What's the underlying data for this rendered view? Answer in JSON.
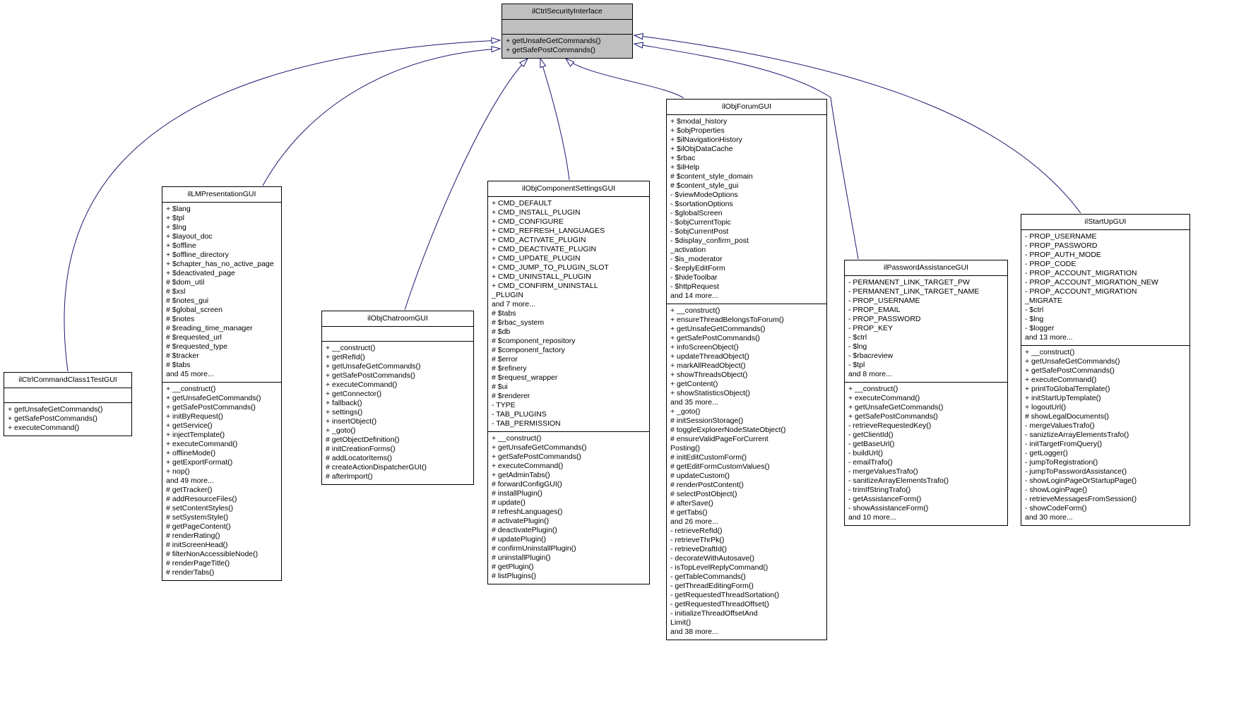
{
  "diagram": {
    "kind": "uml-inheritance-diagram",
    "edge_color": "#191970",
    "highlight_fill": "#bfbfbf",
    "classes": {
      "interface": {
        "name": "ilCtrlSecurityInterface",
        "attributes": [],
        "methods": [
          "+ getUnsafeGetCommands()",
          "+ getSafePostCommands()"
        ]
      },
      "testgui": {
        "name": "ilCtrlCommandClass1TestGUI",
        "attributes": [],
        "methods": [
          "+ getUnsafeGetCommands()",
          "+ getSafePostCommands()",
          "+ executeCommand()"
        ]
      },
      "lm": {
        "name": "ilLMPresentationGUI",
        "attributes": [
          "+ $lang",
          "+ $tpl",
          "+ $lng",
          "+ $layout_doc",
          "+ $offline",
          "+ $offline_directory",
          "+ $chapter_has_no_active_page",
          "+ $deactivated_page",
          "# $dom_util",
          "# $xsl",
          "# $notes_gui",
          "# $global_screen",
          "# $notes",
          "# $reading_time_manager",
          "# $requested_url",
          "# $requested_type",
          "# $tracker",
          "# $tabs",
          "and 45 more..."
        ],
        "methods": [
          "+ __construct()",
          "+ getUnsafeGetCommands()",
          "+ getSafePostCommands()",
          "+ initByRequest()",
          "+ getService()",
          "+ injectTemplate()",
          "+ executeCommand()",
          "+ offlineMode()",
          "+ getExportFormat()",
          "+ nop()",
          "and 49 more...",
          "# getTracker()",
          "# addResourceFiles()",
          "# setContentStyles()",
          "# setSystemStyle()",
          "# getPageContent()",
          "# renderRating()",
          "# initScreenHead()",
          "# filterNonAccessibleNode()",
          "# renderPageTitle()",
          "# renderTabs()"
        ]
      },
      "chatroom": {
        "name": "ilObjChatroomGUI",
        "attributes": [],
        "methods": [
          "+ __construct()",
          "+ getRefId()",
          "+ getUnsafeGetCommands()",
          "+ getSafePostCommands()",
          "+ executeCommand()",
          "+ getConnector()",
          "+ fallback()",
          "+ settings()",
          "+ insertObject()",
          "+ _goto()",
          "# getObjectDefinition()",
          "# initCreationForms()",
          "# addLocatorItems()",
          "# createActionDispatcherGUI()",
          "# afterImport()"
        ]
      },
      "component": {
        "name": "ilObjComponentSettingsGUI",
        "attributes": [
          "+ CMD_DEFAULT",
          "+ CMD_INSTALL_PLUGIN",
          "+ CMD_CONFIGURE",
          "+ CMD_REFRESH_LANGUAGES",
          "+ CMD_ACTIVATE_PLUGIN",
          "+ CMD_DEACTIVATE_PLUGIN",
          "+ CMD_UPDATE_PLUGIN",
          "+ CMD_JUMP_TO_PLUGIN_SLOT",
          "+ CMD_UNINSTALL_PLUGIN",
          "+ CMD_CONFIRM_UNINSTALL",
          "_PLUGIN",
          "and 7 more...",
          "# $tabs",
          "# $rbac_system",
          "# $db",
          "# $component_repository",
          "# $component_factory",
          "# $error",
          "# $refinery",
          "# $request_wrapper",
          "# $ui",
          "# $renderer",
          "- TYPE",
          "- TAB_PLUGINS",
          "- TAB_PERMISSION"
        ],
        "methods": [
          "+ __construct()",
          "+ getUnsafeGetCommands()",
          "+ getSafePostCommands()",
          "+ executeCommand()",
          "+ getAdminTabs()",
          "# forwardConfigGUI()",
          "# installPlugin()",
          "# update()",
          "# refreshLanguages()",
          "# activatePlugin()",
          "# deactivatePlugin()",
          "# updatePlugin()",
          "# confirmUninstallPlugin()",
          "# uninstallPlugin()",
          "# getPlugin()",
          "# listPlugins()"
        ]
      },
      "forum": {
        "name": "ilObjForumGUI",
        "attributes": [
          "+ $modal_history",
          "+ $objProperties",
          "+ $ilNavigationHistory",
          "+ $ilObjDataCache",
          "+ $rbac",
          "+ $ilHelp",
          "# $content_style_domain",
          "# $content_style_gui",
          "- $viewModeOptions",
          "- $sortationOptions",
          "- $globalScreen",
          "- $objCurrentTopic",
          "- $objCurrentPost",
          "- $display_confirm_post",
          "_activation",
          "- $is_moderator",
          "- $replyEditForm",
          "- $hideToolbar",
          "- $httpRequest",
          "and 14 more..."
        ],
        "methods": [
          "+ __construct()",
          "+ ensureThreadBelongsToForum()",
          "+ getUnsafeGetCommands()",
          "+ getSafePostCommands()",
          "+ infoScreenObject()",
          "+ updateThreadObject()",
          "+ markAllReadObject()",
          "+ showThreadsObject()",
          "+ getContent()",
          "+ showStatisticsObject()",
          "and 35 more...",
          "+ _goto()",
          "# initSessionStorage()",
          "# toggleExplorerNodeStateObject()",
          "# ensureValidPageForCurrent",
          "Posting()",
          "# initEditCustomForm()",
          "# getEditFormCustomValues()",
          "# updateCustom()",
          "# renderPostContent()",
          "# selectPostObject()",
          "# afterSave()",
          "# getTabs()",
          "and 26 more...",
          "- retrieveRefId()",
          "- retrieveThrPk()",
          "- retrieveDraftId()",
          "- decorateWithAutosave()",
          "- isTopLevelReplyCommand()",
          "- getTableCommands()",
          "- getThreadEditingForm()",
          "- getRequestedThreadSortation()",
          "- getRequestedThreadOffset()",
          "- initializeThreadOffsetAnd",
          "Limit()",
          "and 38 more..."
        ]
      },
      "password": {
        "name": "ilPasswordAssistanceGUI",
        "attributes": [
          "- PERMANENT_LINK_TARGET_PW",
          "- PERMANENT_LINK_TARGET_NAME",
          "- PROP_USERNAME",
          "- PROP_EMAIL",
          "- PROP_PASSWORD",
          "- PROP_KEY",
          "- $ctrl",
          "- $lng",
          "- $rbacreview",
          "- $tpl",
          "and 8 more..."
        ],
        "methods": [
          "+ __construct()",
          "+ executeCommand()",
          "+ getUnsafeGetCommands()",
          "+ getSafePostCommands()",
          "- retrieveRequestedKey()",
          "- getClientId()",
          "- getBaseUrl()",
          "- buildUrl()",
          "- emailTrafo()",
          "- mergeValuesTrafo()",
          "- sanitizeArrayElementsTrafo()",
          "- trimIfStringTrafo()",
          "- getAssistanceForm()",
          "- showAssistanceForm()",
          "and 10 more..."
        ]
      },
      "startup": {
        "name": "ilStartUpGUI",
        "attributes": [
          "- PROP_USERNAME",
          "- PROP_PASSWORD",
          "- PROP_AUTH_MODE",
          "- PROP_CODE",
          "- PROP_ACCOUNT_MIGRATION",
          "- PROP_ACCOUNT_MIGRATION_NEW",
          "- PROP_ACCOUNT_MIGRATION",
          "_MIGRATE",
          "- $ctrl",
          "- $lng",
          "- $logger",
          "and 13 more..."
        ],
        "methods": [
          "+ __construct()",
          "+ getUnsafeGetCommands()",
          "+ getSafePostCommands()",
          "+ executeCommand()",
          "+ printToGlobalTemplate()",
          "+ initStartUpTemplate()",
          "+ logoutUrl()",
          "# showLegalDocuments()",
          "- mergeValuesTrafo()",
          "- saniztizeArrayElementsTrafo()",
          "- initTargetFromQuery()",
          "- getLogger()",
          "- jumpToRegistration()",
          "- jumpToPasswordAssistance()",
          "- showLoginPageOrStartupPage()",
          "- showLoginPage()",
          "- retrieveMessagesFromSession()",
          "- showCodeForm()",
          "and 30 more..."
        ]
      }
    }
  }
}
